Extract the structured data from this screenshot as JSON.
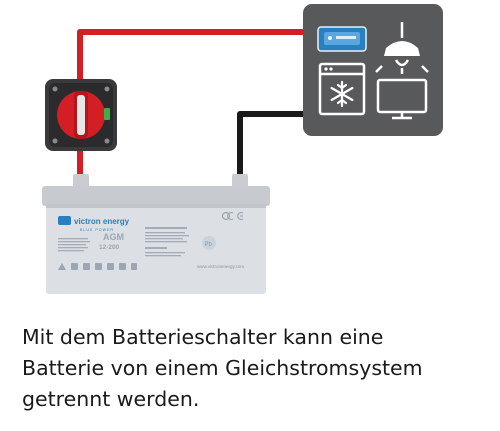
{
  "battery": {
    "brand": "victron energy",
    "brand_tagline": "BLUE POWER",
    "type": "AGM",
    "capacity": "12-200",
    "website": "www.victronenergy.com"
  },
  "caption": [
    "Mit dem Batterieschalter kann eine",
    "Batterie von einem Gleichstromsystem",
    "getrennt werden."
  ],
  "colors": {
    "positive_wire": "#d31e25",
    "negative_wire": "#1a1a1a",
    "load_panel": "#58595b",
    "battery_body": "#dcdfe3",
    "switch_knob": "#d31e25",
    "victron_blue": "#2a7fc1"
  },
  "icons": [
    "battery-switch-icon",
    "victron-charger-icon",
    "ceiling-lamp-icon",
    "freezer-icon",
    "television-icon"
  ]
}
